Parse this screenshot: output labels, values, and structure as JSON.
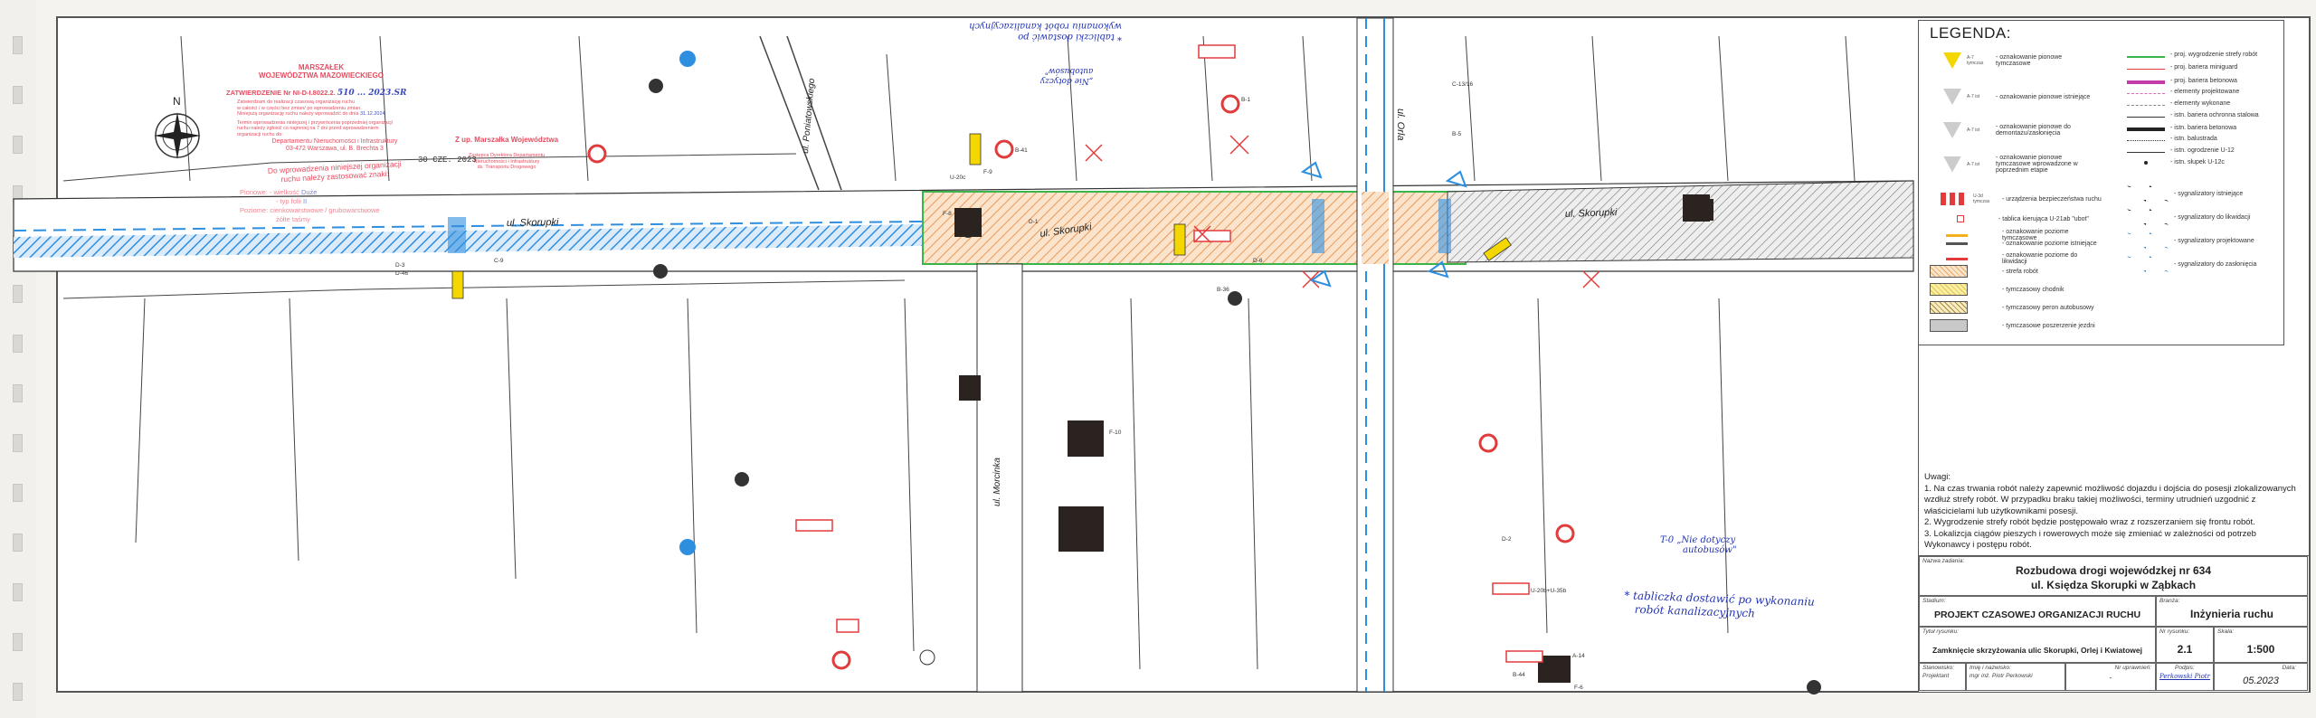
{
  "map": {
    "streets": {
      "skorupki_w": "ul. Skorupki",
      "skorupki_c": "ul. Skorupki",
      "skorupki_e": "ul. Skorupki",
      "poniatowskiego": "ul. Poniatowskiego",
      "orla": "ul. Orla",
      "morcinka": "ul. Morcinka"
    },
    "north": "N",
    "sign_codes": [
      "A-7",
      "B-1",
      "B-41",
      "F-9",
      "U-20c",
      "D-1",
      "D-6",
      "F-8",
      "F-10",
      "B-36",
      "C-13/16",
      "B-5",
      "T-0",
      "D-2",
      "F-6",
      "B-44",
      "A-14",
      "U-20b+U-35b",
      "D-3",
      "D-46",
      "C-9",
      "U-3d"
    ],
    "colors": {
      "work_zone": "#f2b27a",
      "closure": "#39b54a",
      "signal_new": "#2e8fe0",
      "removal": "#e23b3b",
      "temporary": "#f4d600"
    }
  },
  "stamp": {
    "authority_1": "MARSZAŁEK",
    "authority_2": "WOJEWÓDZTWA MAZOWIECKIEGO",
    "approval": "ZATWIERDZENIE Nr NI-D-I.8022.2.",
    "approval_no": "510 ... 2023.SR",
    "line1": "Zatwierdzam do realizacji czasową organizację ruchu",
    "line2": "w całości / w części bez zmian/ po wprowadzeniu zmian.",
    "line3": "Niniejszą organizację ruchu należy wprowadzić do dnia",
    "deadline": "31.12.2024",
    "line4": "Termin wprowadzenia niniejszej i przywrócenia poprzedniej organizacji",
    "line5": "ruchu należy zgłosić co najmniej na 7 dni przed wprowadzeniem",
    "line6": "organizacji ruchu do:",
    "dept": "Departamentu Nieruchomości i Infrastruktury",
    "address": "03-472 Warszawa, ul. B. Brechta 3",
    "signs_1": "Do wprowadzenia niniejszej organizacji",
    "signs_2": "ruchu należy zastosować znaki:",
    "vertical": "Pionowe: - wielkość",
    "vertical_size": "Duże",
    "foil": "- typ folii",
    "foil_type": "II",
    "horizontal": "Poziome: cienkowarstwowe / grubowarstwowe",
    "tapes": "żółte taśmy",
    "zup": "Z up. Marszałka Województwa",
    "date": "30 CZE. 2023",
    "signer_1": "Zastępca Dyrektora Departamentu",
    "signer_2": "Nieruchomości i Infrastruktury",
    "signer_3": "ds. Transportu Drogowego"
  },
  "handwritten": {
    "top_note_1": "* tabliczki dostawić po",
    "top_note_2": "wykonaniu robót kanalizacyjnych",
    "top_t0_1": "„Nie dotyczy",
    "top_t0_2": "autobusów\"",
    "bottom_t0_1": "T-0 „Nie dotyczy",
    "bottom_t0_2": "autobusów\"",
    "bottom_note_1": "* tabliczka dostawić po wykonaniu",
    "bottom_note_2": "robót kanalizacyjnych"
  },
  "legend": {
    "title": "LEGENDA:",
    "left": [
      {
        "code": "A-7 tymczas",
        "label": "- oznakowanie pionowe tymczasowe"
      },
      {
        "code": "A-7 ist",
        "label": "- oznakowanie pionowe istniejące"
      },
      {
        "code": "A-7 ist",
        "label": "- oznakowanie pionowe do demontażu/zasłonięcia"
      },
      {
        "code": "A-7 ist",
        "label": "- oznakowanie pionowe tymczasowe wprowadzone w poprzednim etapie"
      },
      {
        "code": "U-3d tymczas",
        "label": "- urządzenia bezpieczeństwa ruchu"
      },
      {
        "code": "",
        "label": "- tablica kierująca U-21ab \"ubot\""
      },
      {
        "code": "",
        "label": "- oznakowanie poziome tymczasowe"
      },
      {
        "code": "",
        "label": "- oznakowanie poziome istniejące"
      },
      {
        "code": "",
        "label": "- oznakowanie poziome do likwidacji"
      },
      {
        "code": "",
        "label": "- strefa robót"
      },
      {
        "code": "",
        "label": "- tymczasowy chodnik"
      },
      {
        "code": "",
        "label": "- tymczasowy peron autobusowy"
      },
      {
        "code": "",
        "label": "- tymczasowe poszerzenie jezdni"
      }
    ],
    "right": [
      {
        "label": "- proj. wygrodzenie strefy robót"
      },
      {
        "label": "- proj. bariera miniguard"
      },
      {
        "label": "- proj. bariera betonowa"
      },
      {
        "label": "- elementy projektowane"
      },
      {
        "label": "- elementy wykonane"
      },
      {
        "label": "- istn. bariera ochronna stalowa"
      },
      {
        "label": "- istn. bariera betonowa"
      },
      {
        "label": "- istn. balustrada"
      },
      {
        "label": "- istn. ogrodzenie U-12"
      },
      {
        "label": "- istn. słupek U-12c"
      },
      {
        "label": "- sygnalizatory istniejące"
      },
      {
        "label": "- sygnalizatory do likwidacji"
      },
      {
        "label": "- sygnalizatory projektowane"
      },
      {
        "label": "- sygnalizatory do zasłonięcia"
      }
    ]
  },
  "notes": {
    "title": "Uwagi:",
    "items": [
      "1. Na czas trwania robót należy zapewnić możliwość dojazdu i dojścia do posesji zlokalizowanych wzdłuż strefy robót. W przypadku braku takiej możliwości, terminy utrudnień uzgodnić z właścicielami lub użytkownikami posesji.",
      "2. Wygrodzenie strefy robót będzie postępowało wraz z rozszerzaniem się frontu robót.",
      "3. Lokalizcja ciągów pieszych i rowerowych może się zmieniać w zależności od potrzeb Wykonawcy i postępu robót."
    ]
  },
  "title_block": {
    "task_caption": "Nazwa zadania:",
    "task_1": "Rozbudowa drogi wojewódzkej nr 634",
    "task_2": "ul. Księdza Skorupki w Ząbkach",
    "stage_caption": "Stadium:",
    "stage": "PROJEKT CZASOWEJ ORGANIZACJI RUCHU",
    "branch_caption": "Branża:",
    "branch": "Inżynieria ruchu",
    "drawing_caption": "Tytuł rysunku:",
    "drawing": "Zamknięcie skrzyżowania ulic Skorupki, Orlej i Kwiatowej",
    "number_caption": "Nr rysunku:",
    "number": "2.1",
    "scale_caption": "Skala:",
    "scale": "1:500",
    "position_caption": "Stanowisko:",
    "name_caption": "Imię i nazwisko:",
    "license_caption": "Nr uprawnień:",
    "signature_caption": "Podpis:",
    "date_caption": "Data:",
    "position": "Projektant",
    "name": "mgr inż. Piotr Perkowski",
    "license": "-",
    "signature": "Perkowski Piotr",
    "date": "05.2023"
  }
}
